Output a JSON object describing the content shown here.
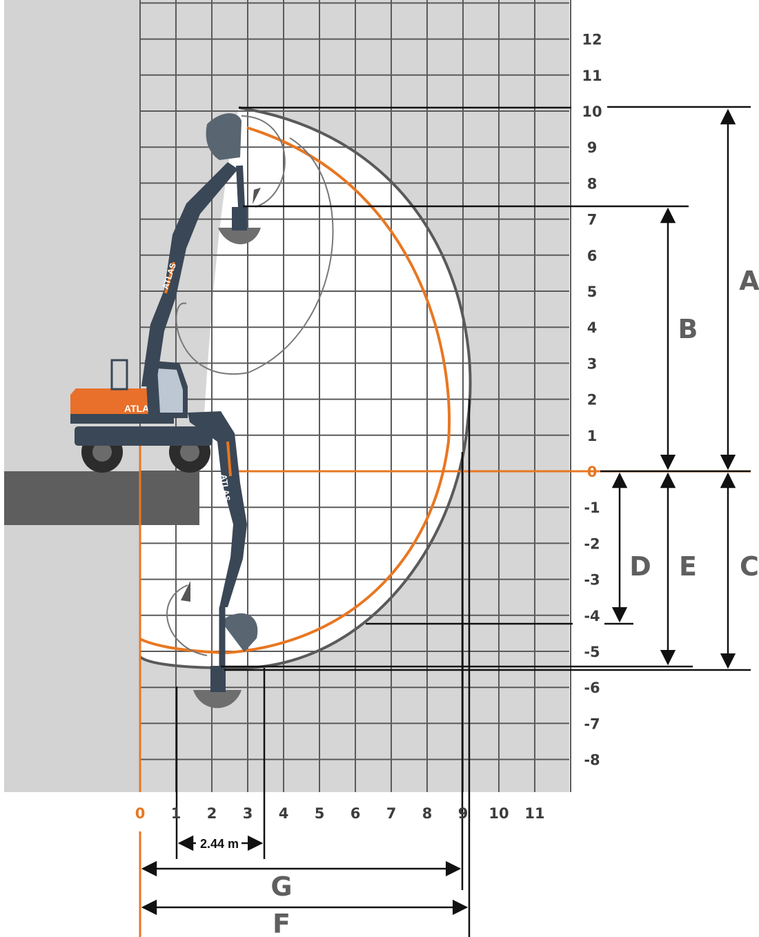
{
  "diagram": {
    "x_axis_ticks": [
      "0",
      "1",
      "2",
      "3",
      "4",
      "5",
      "6",
      "7",
      "8",
      "9",
      "10",
      "11"
    ],
    "y_axis_ticks": [
      "12",
      "11",
      "10",
      "9",
      "8",
      "7",
      "6",
      "5",
      "4",
      "3",
      "2",
      "1",
      "0",
      "-1",
      "-2",
      "-3",
      "-4",
      "-5",
      "-6",
      "-7",
      "-8"
    ],
    "zero_color": "#e87722",
    "dimensions": [
      "A",
      "B",
      "C",
      "D",
      "E",
      "F",
      "G"
    ],
    "measurement": "2.44 m",
    "brand": "ATLAS",
    "colors": {
      "grid_background": "#d6d6d6",
      "grid_line": "#5a5a5a",
      "envelope": "#5a5a5a",
      "reach_line": "#e87722",
      "ground": "#5e5e5e",
      "machine_body": "#e8702a",
      "machine_arm": "#3a4756"
    }
  }
}
